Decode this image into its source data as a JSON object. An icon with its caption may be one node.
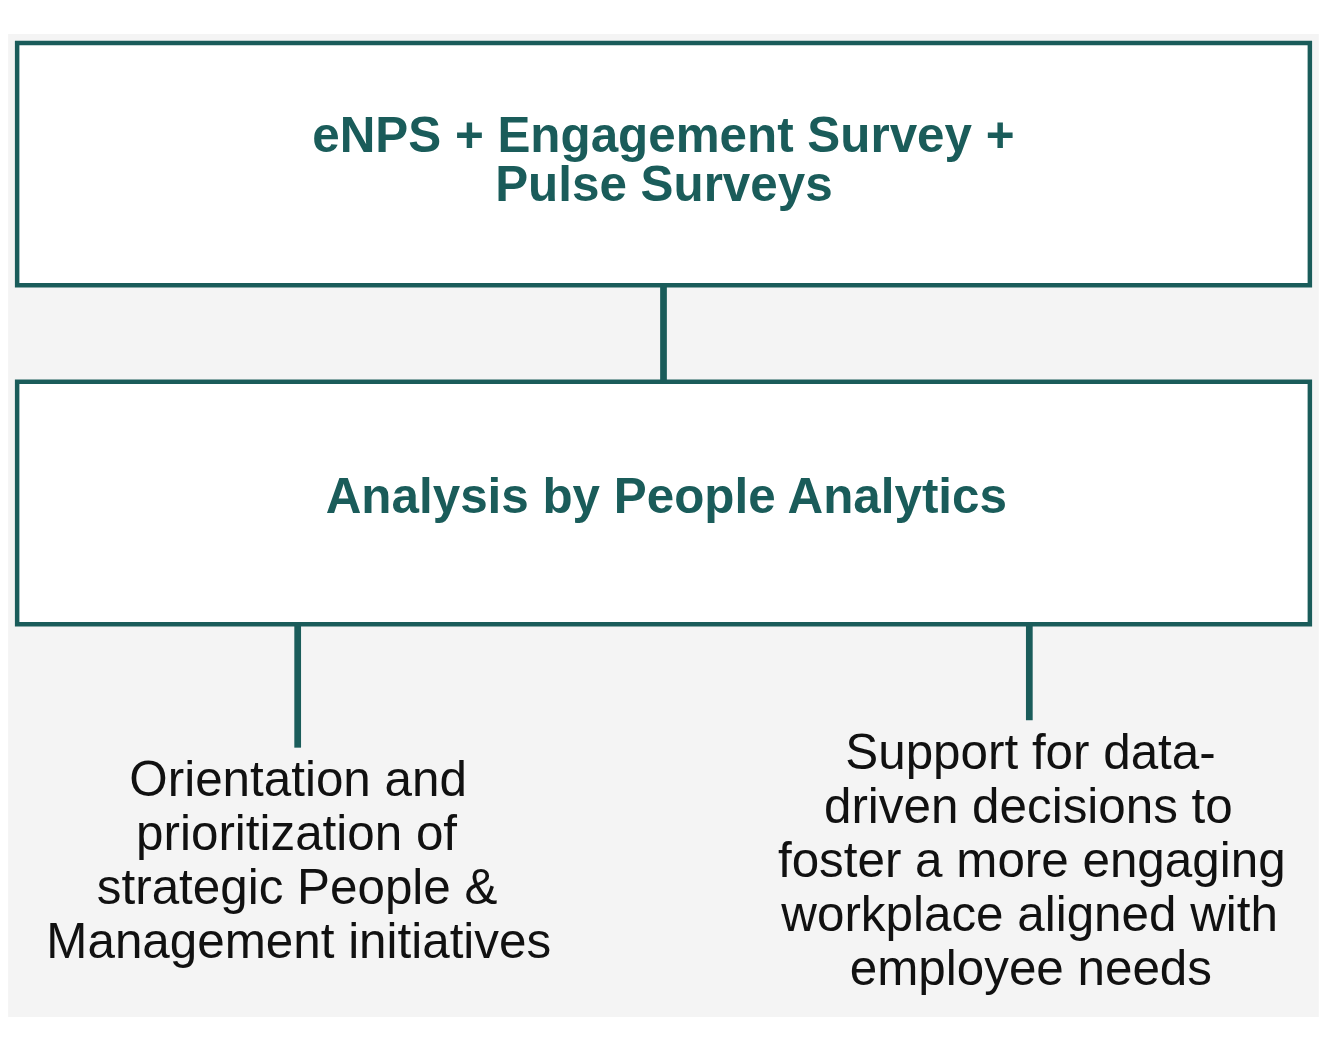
{
  "diagram": {
    "nodes": [
      {
        "text": [
          "eNPS + Engagement Survey + Pulse Surveys"
        ]
      },
      {
        "text": [
          "Analysis by People Analytics"
        ]
      },
      {
        "text": [
          "Orientation and prioritization of strategic People & Management initiatives"
        ]
      },
      {
        "text": [
          "Support for data-driven decisions to foster a more engaging workplace aligned with employee needs"
        ]
      }
    ],
    "edges": [
      {
        "from": 0,
        "to": 1,
        "arrow": "none"
      },
      {
        "from": 1,
        "to": 2,
        "arrow": "none"
      },
      {
        "from": 1,
        "to": 3,
        "arrow": "none"
      }
    ]
  }
}
